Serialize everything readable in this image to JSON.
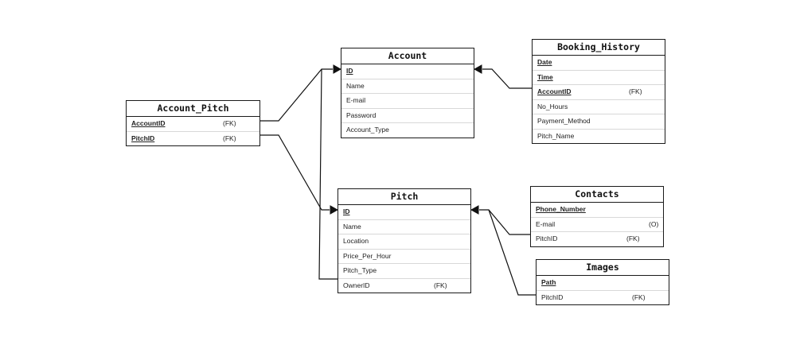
{
  "entities": {
    "account_pitch": {
      "title": "Account_Pitch",
      "rows": [
        {
          "name": "AccountID",
          "tag": "(FK)"
        },
        {
          "name": "PitchID",
          "tag": "(FK)"
        }
      ]
    },
    "account": {
      "title": "Account",
      "rows": [
        {
          "name": "ID",
          "tag": ""
        },
        {
          "name": "Name",
          "tag": ""
        },
        {
          "name": "E-mail",
          "tag": ""
        },
        {
          "name": "Password",
          "tag": ""
        },
        {
          "name": "Account_Type",
          "tag": ""
        }
      ]
    },
    "booking_history": {
      "title": "Booking_History",
      "rows": [
        {
          "name": "Date",
          "tag": ""
        },
        {
          "name": "Time",
          "tag": ""
        },
        {
          "name": "AccountID",
          "tag": "(FK)"
        },
        {
          "name": "No_Hours",
          "tag": ""
        },
        {
          "name": "Payment_Method",
          "tag": ""
        },
        {
          "name": "Pitch_Name",
          "tag": ""
        }
      ]
    },
    "pitch": {
      "title": "Pitch",
      "rows": [
        {
          "name": "ID",
          "tag": ""
        },
        {
          "name": "Name",
          "tag": ""
        },
        {
          "name": "Location",
          "tag": ""
        },
        {
          "name": "Price_Per_Hour",
          "tag": ""
        },
        {
          "name": "Pitch_Type",
          "tag": ""
        },
        {
          "name": "OwnerID",
          "tag": "(FK)"
        }
      ]
    },
    "contacts": {
      "title": "Contacts",
      "rows": [
        {
          "name": "Phone_Number",
          "tag": ""
        },
        {
          "name": "E-mail",
          "tag": "(O)"
        },
        {
          "name": "PitchID",
          "tag": "(FK)"
        }
      ]
    },
    "images": {
      "title": "Images",
      "rows": [
        {
          "name": "Path",
          "tag": ""
        },
        {
          "name": "PitchID",
          "tag": "(FK)"
        }
      ]
    }
  }
}
